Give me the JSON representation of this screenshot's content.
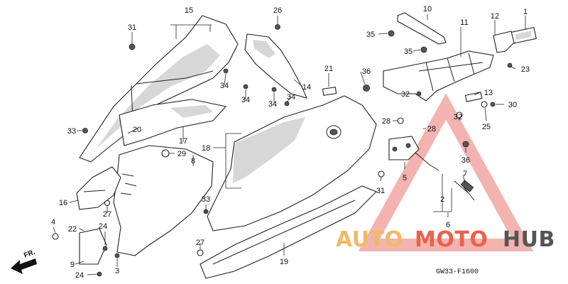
{
  "diagram": {
    "code": "GW33-F1600",
    "direction_label": "FR.",
    "callouts": [
      "1",
      "2",
      "3",
      "4",
      "5",
      "6",
      "7",
      "8",
      "9",
      "10",
      "11",
      "12",
      "13",
      "14",
      "15",
      "16",
      "17",
      "18",
      "19",
      "20",
      "21",
      "22",
      "23",
      "24",
      "25",
      "26",
      "27",
      "28",
      "29",
      "30",
      "31",
      "32",
      "33",
      "34",
      "35",
      "36"
    ],
    "callout_positions_note": ""
  },
  "watermark": {
    "part1": "AUTO",
    "part2": "MOTO",
    "part3": "HUB",
    "colors": {
      "part1": "#f2b86a",
      "part2": "#e8634a",
      "part3": "#555555",
      "triangle": "#ef9a95"
    }
  }
}
